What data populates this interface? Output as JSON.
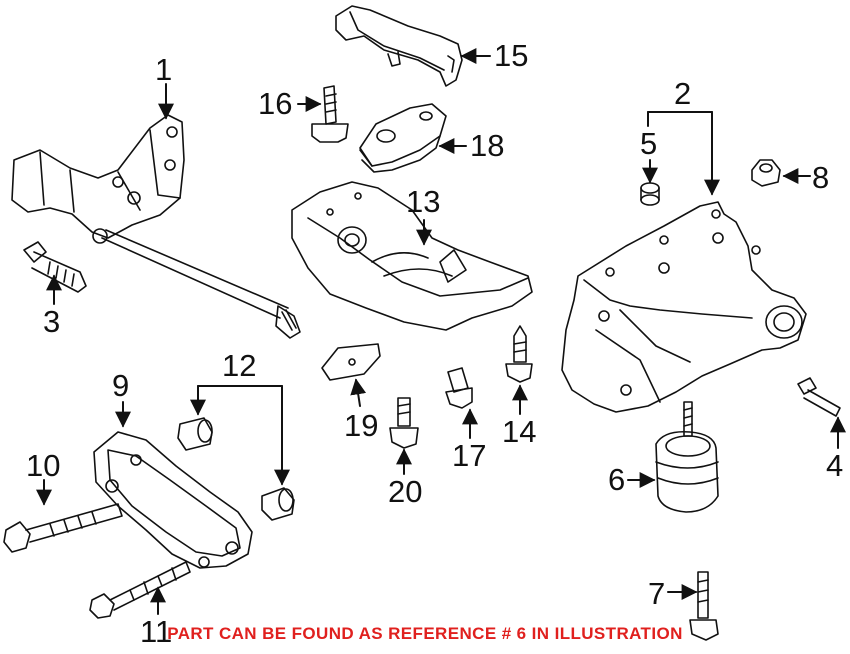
{
  "diagram": {
    "callouts": [
      {
        "id": "1",
        "label": "1"
      },
      {
        "id": "2",
        "label": "2"
      },
      {
        "id": "3",
        "label": "3"
      },
      {
        "id": "4",
        "label": "4"
      },
      {
        "id": "5",
        "label": "5"
      },
      {
        "id": "6",
        "label": "6"
      },
      {
        "id": "7",
        "label": "7"
      },
      {
        "id": "8",
        "label": "8"
      },
      {
        "id": "9",
        "label": "9"
      },
      {
        "id": "10",
        "label": "10"
      },
      {
        "id": "11",
        "label": "11"
      },
      {
        "id": "12",
        "label": "12"
      },
      {
        "id": "13",
        "label": "13"
      },
      {
        "id": "14",
        "label": "14"
      },
      {
        "id": "15",
        "label": "15"
      },
      {
        "id": "16",
        "label": "16"
      },
      {
        "id": "17",
        "label": "17"
      },
      {
        "id": "18",
        "label": "18"
      },
      {
        "id": "19",
        "label": "19"
      },
      {
        "id": "20",
        "label": "20"
      }
    ],
    "caption": "PART CAN BE FOUND AS REFERENCE # 6 IN ILLUSTRATION",
    "colors": {
      "line": "#111111",
      "caption": "#e0201e",
      "background": "#ffffff"
    }
  }
}
